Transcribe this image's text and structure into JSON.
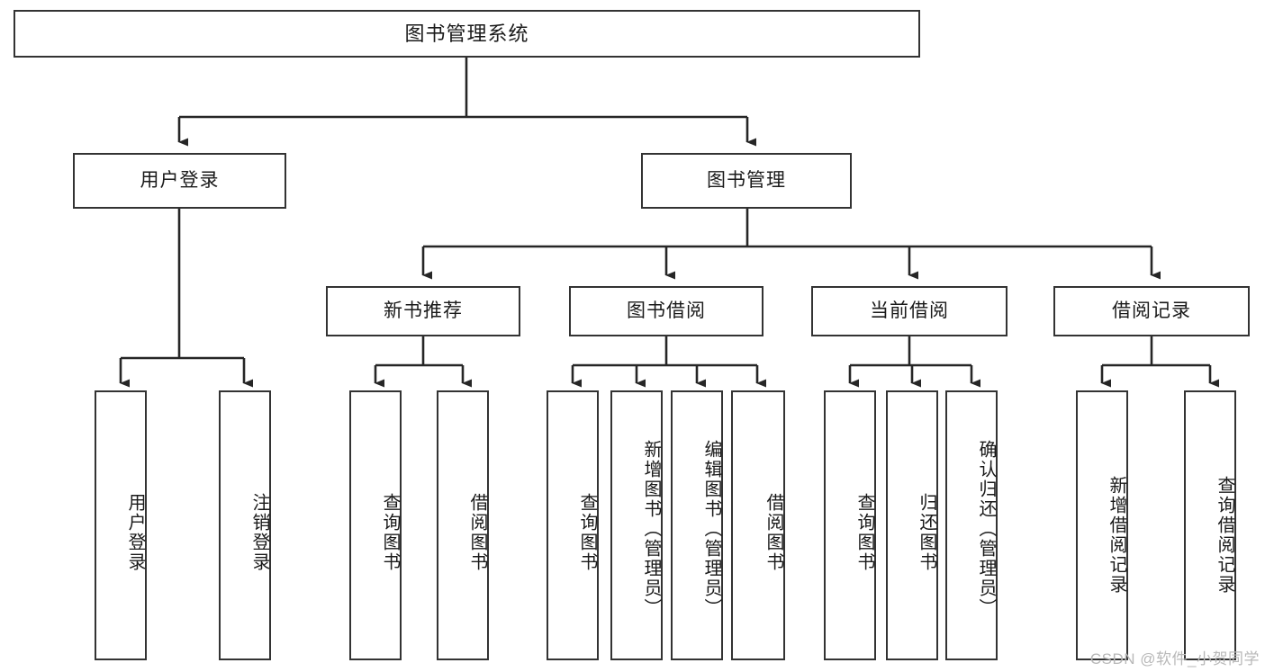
{
  "diagram": {
    "type": "tree-hierarchy",
    "title": "图书管理系统",
    "watermark": "CSDN @软件_小贺同学",
    "colors": {
      "background": "#ffffff",
      "box_border": "#333333",
      "box_fill": "#ffffff",
      "connector": "#262626",
      "text": "#1a1a1a",
      "watermark": "#b8b8b8"
    },
    "levels": {
      "level1": [
        {
          "id": "root",
          "label": "图书管理系统"
        }
      ],
      "level2": [
        {
          "id": "user-login",
          "label": "用户登录"
        },
        {
          "id": "book-management",
          "label": "图书管理"
        }
      ],
      "level3": [
        {
          "id": "new-book-recommend",
          "label": "新书推荐",
          "parent": "book-management"
        },
        {
          "id": "book-borrow",
          "label": "图书借阅",
          "parent": "book-management"
        },
        {
          "id": "current-borrow",
          "label": "当前借阅",
          "parent": "book-management"
        },
        {
          "id": "borrow-record",
          "label": "借阅记录",
          "parent": "book-management"
        }
      ],
      "level4": [
        {
          "id": "leaf-user-login",
          "label": "用户登录",
          "parent": "user-login"
        },
        {
          "id": "leaf-logout-login",
          "label": "注销登录",
          "parent": "user-login"
        },
        {
          "id": "leaf-query-book-1",
          "label": "查询图书",
          "parent": "new-book-recommend"
        },
        {
          "id": "leaf-borrow-book-1",
          "label": "借阅图书",
          "parent": "new-book-recommend"
        },
        {
          "id": "leaf-query-book-2",
          "label": "查询图书",
          "parent": "book-borrow"
        },
        {
          "id": "leaf-add-book",
          "label": "新增图书（管理员）",
          "parent": "book-borrow"
        },
        {
          "id": "leaf-edit-book",
          "label": "编辑图书（管理员）",
          "parent": "book-borrow"
        },
        {
          "id": "leaf-borrow-book-2",
          "label": "借阅图书",
          "parent": "book-borrow"
        },
        {
          "id": "leaf-query-book-3",
          "label": "查询图书",
          "parent": "current-borrow"
        },
        {
          "id": "leaf-return-book",
          "label": "归还图书",
          "parent": "current-borrow"
        },
        {
          "id": "leaf-confirm-return",
          "label": "确认归还（管理员）",
          "parent": "current-borrow"
        },
        {
          "id": "leaf-add-record",
          "label": "新增借阅记录",
          "parent": "borrow-record"
        },
        {
          "id": "leaf-query-record",
          "label": "查询借阅记录",
          "parent": "borrow-record"
        }
      ]
    }
  }
}
